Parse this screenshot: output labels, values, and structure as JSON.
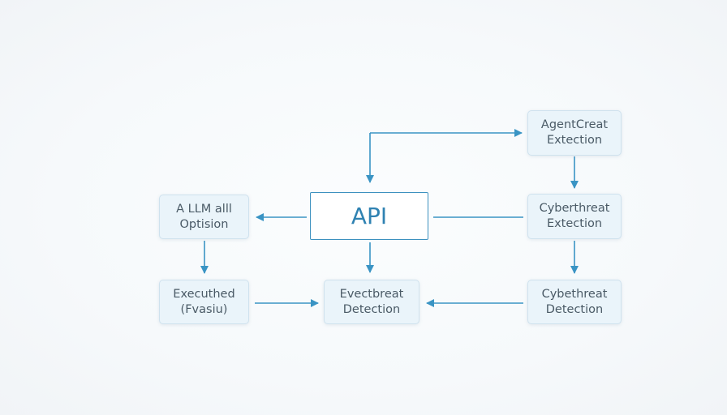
{
  "diagram": {
    "accent_color": "#3a94c4",
    "nodes": [
      {
        "id": "api",
        "lines": [
          "API"
        ]
      },
      {
        "id": "agent",
        "lines": [
          "AgentCreat",
          "Extection"
        ]
      },
      {
        "id": "cyber1",
        "lines": [
          "Cyberthreat",
          "Extection"
        ]
      },
      {
        "id": "cyber2",
        "lines": [
          "Cybethreat",
          "Detection"
        ]
      },
      {
        "id": "llm",
        "lines": [
          "A LLM alll",
          "Optision"
        ]
      },
      {
        "id": "executed",
        "lines": [
          "Executhed",
          "(Fvasiu)"
        ]
      },
      {
        "id": "evect",
        "lines": [
          "Evectbreat",
          "Detection"
        ]
      }
    ],
    "edges": [
      {
        "from": "api",
        "to": "agent",
        "note": "elbow: up from API, across to AgentCreat"
      },
      {
        "from": "agent",
        "to": "api",
        "note": "arrowhead down into API"
      },
      {
        "from": "agent",
        "to": "cyber1"
      },
      {
        "from": "cyber1",
        "to": "cyber2"
      },
      {
        "from": "api",
        "to": "llm"
      },
      {
        "from": "cyber1",
        "to": "api",
        "note": "plain connector"
      },
      {
        "from": "llm",
        "to": "executed"
      },
      {
        "from": "api",
        "to": "evect"
      },
      {
        "from": "executed",
        "to": "evect"
      },
      {
        "from": "cyber2",
        "to": "evect"
      }
    ]
  }
}
